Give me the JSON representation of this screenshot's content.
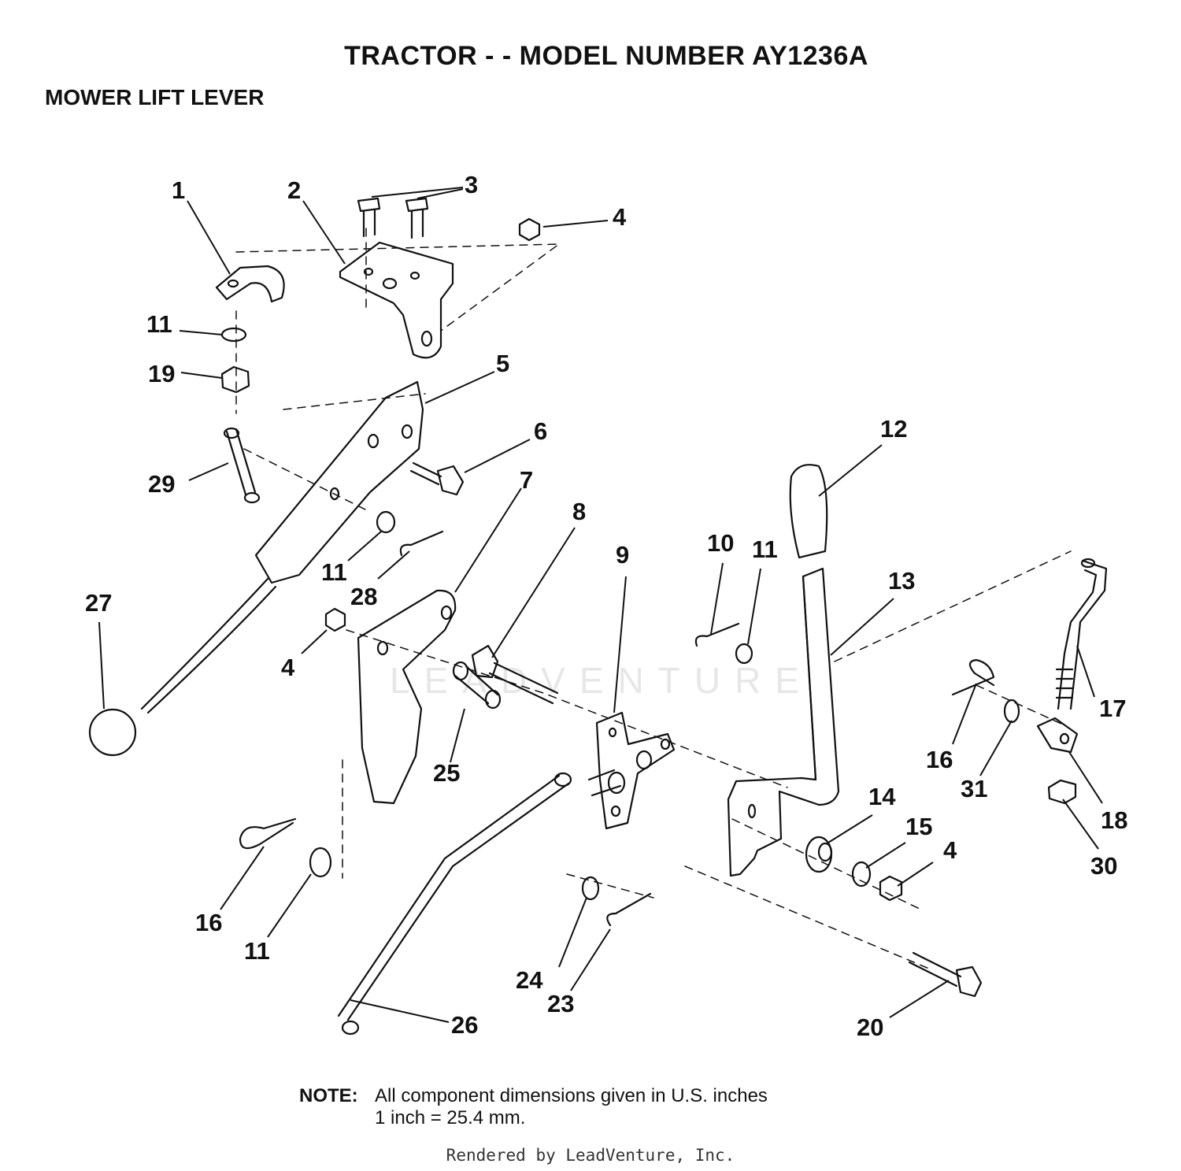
{
  "header": {
    "title": "TRACTOR - - MODEL NUMBER  AY1236A",
    "subtitle": "MOWER LIFT LEVER"
  },
  "note": {
    "label": "NOTE:",
    "line1": "All component dimensions given in U.S. inches",
    "line2": "1 inch = 25.4 mm."
  },
  "footer": "Rendered by LeadVenture, Inc.",
  "watermark": "LEADVENTURE",
  "callouts": {
    "c1": "1",
    "c2": "2",
    "c3": "3",
    "c4a": "4",
    "c4b": "4",
    "c4c": "4",
    "c5": "5",
    "c6": "6",
    "c7": "7",
    "c8": "8",
    "c9": "9",
    "c10": "10",
    "c11a": "11",
    "c11b": "11",
    "c11c": "11",
    "c11d": "11",
    "c12": "12",
    "c13": "13",
    "c14": "14",
    "c15": "15",
    "c16a": "16",
    "c16b": "16",
    "c17": "17",
    "c18": "18",
    "c19": "19",
    "c20": "20",
    "c23": "23",
    "c24": "24",
    "c25": "25",
    "c26": "26",
    "c27": "27",
    "c28": "28",
    "c29": "29",
    "c30": "30",
    "c31": "31"
  }
}
